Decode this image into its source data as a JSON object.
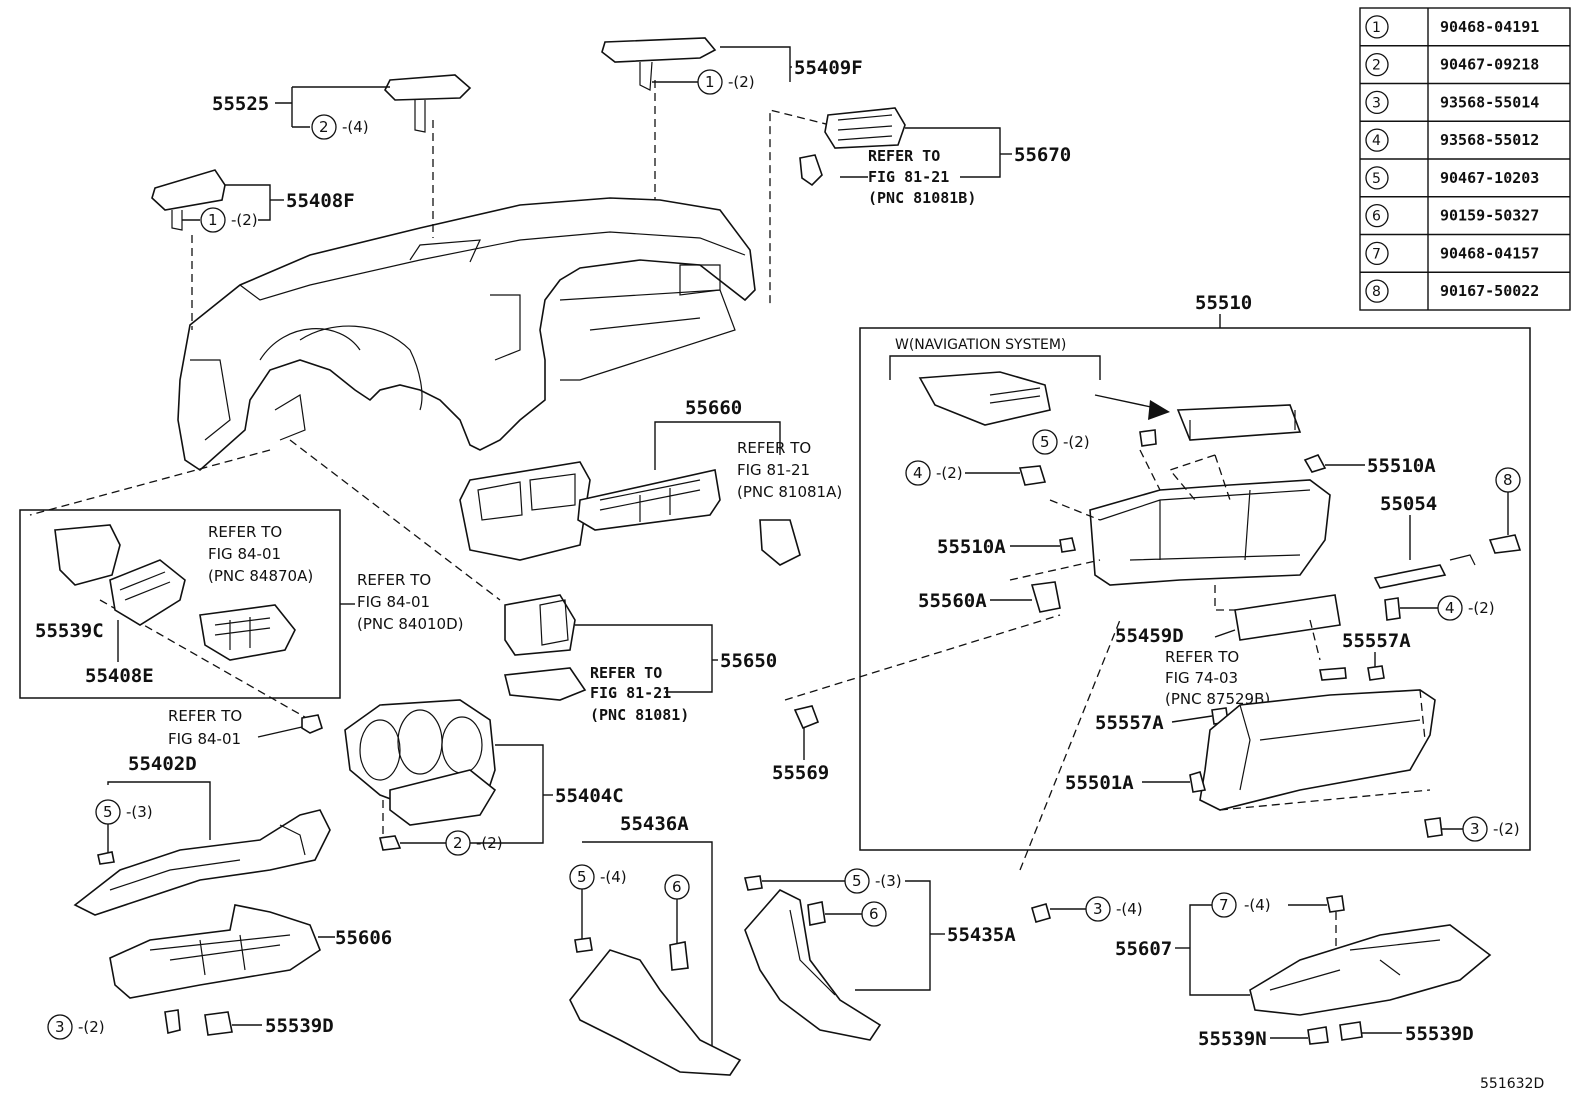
{
  "parts_table": [
    {
      "key": "1",
      "part_number": "90468-04191"
    },
    {
      "key": "2",
      "part_number": "90467-09218"
    },
    {
      "key": "3",
      "part_number": "93568-55014"
    },
    {
      "key": "4",
      "part_number": "93568-55012"
    },
    {
      "key": "5",
      "part_number": "90467-10203"
    },
    {
      "key": "6",
      "part_number": "90159-50327"
    },
    {
      "key": "7",
      "part_number": "90468-04157"
    },
    {
      "key": "8",
      "part_number": "90167-50022"
    }
  ],
  "labels": {
    "p55525": "55525",
    "p55409F": "55409F",
    "p55408F": "55408F",
    "p55670": "55670",
    "p55510": "55510",
    "p55660": "55660",
    "p55539C": "55539C",
    "p55408E": "55408E",
    "p55650": "55650",
    "p55402D": "55402D",
    "p55404C": "55404C",
    "p55569": "55569",
    "p55436A": "55436A",
    "p55606": "55606",
    "p55539D_left": "55539D",
    "p55435A": "55435A",
    "p55607": "55607",
    "p55539N": "55539N",
    "p55539D_right": "55539D",
    "p55510A_top": "55510A",
    "p55510A_mid": "55510A",
    "p55054": "55054",
    "p55560A": "55560A",
    "p55459D": "55459D",
    "p55557A_right": "55557A",
    "p55557A_left": "55557A",
    "p55501A": "55501A",
    "diagram_code": "551632D"
  },
  "qty": {
    "q_55525_2": "-(4)",
    "q_55409F_1": "-(2)",
    "q_55408F_1": "-(2)",
    "q_nav_5": "-(2)",
    "q_nav_4": "-(2)",
    "q_right_4": "-(2)",
    "q_glove_3": "-(2)",
    "q_55402D_5": "-(3)",
    "q_55404C_2": "-(2)",
    "q_55436A_5": "-(4)",
    "q_55435A_5": "-(3)",
    "q_lower_3": "-(4)",
    "q_55607_7": "-(4)",
    "q_55606_3": "-(2)"
  },
  "refs": {
    "r55670": {
      "l1": "REFER TO",
      "l2": "FIG 81-21",
      "l3": "(PNC 81081B)"
    },
    "r55660": {
      "l1": "REFER TO",
      "l2": "FIG 81-21",
      "l3": "(PNC 81081A)"
    },
    "rInset1": {
      "l1": "REFER TO",
      "l2": "FIG 84-01",
      "l3": "(PNC 84870A)"
    },
    "rInset2": {
      "l1": "REFER TO",
      "l2": "FIG 84-01",
      "l3": "(PNC 84010D)"
    },
    "r55650": {
      "l1": "REFER TO",
      "l2": "FIG 81-21",
      "l3": "(PNC 81081)"
    },
    "rLeft": {
      "l1": "REFER TO",
      "l2": "FIG 84-01"
    },
    "rGlove": {
      "l1": "REFER TO",
      "l2": "FIG 74-03",
      "l3": "(PNC 87529B)"
    }
  },
  "nav_note": "W(NAVIGATION SYSTEM)"
}
